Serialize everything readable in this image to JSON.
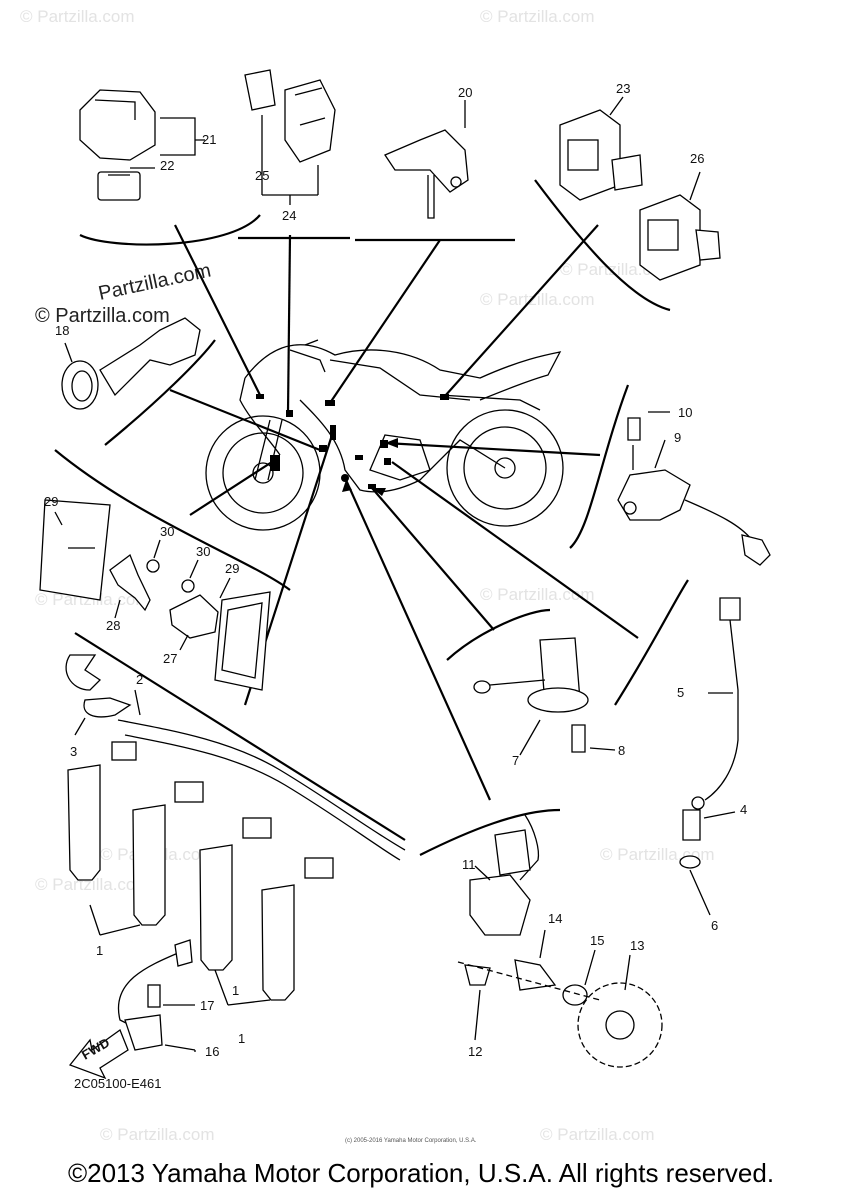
{
  "diagram": {
    "drawing_code": "2C05100-E461",
    "fwd_label": "FWD",
    "fine_print": "(c) 2005-2016 Yamaha Motor Corporation, U.S.A.",
    "copyright": "©2013 Yamaha Motor Corporation, U.S.A. All rights reserved.",
    "watermark": "© Partzilla.com",
    "watermark_short": "Partzilla.com",
    "callouts": [
      "1",
      "1",
      "1",
      "2",
      "3",
      "4",
      "5",
      "6",
      "7",
      "8",
      "9",
      "10",
      "11",
      "12",
      "13",
      "14",
      "15",
      "16",
      "17",
      "18",
      "20",
      "21",
      "22",
      "23",
      "24",
      "25",
      "26",
      "27",
      "28",
      "29",
      "29",
      "30",
      "30"
    ]
  }
}
